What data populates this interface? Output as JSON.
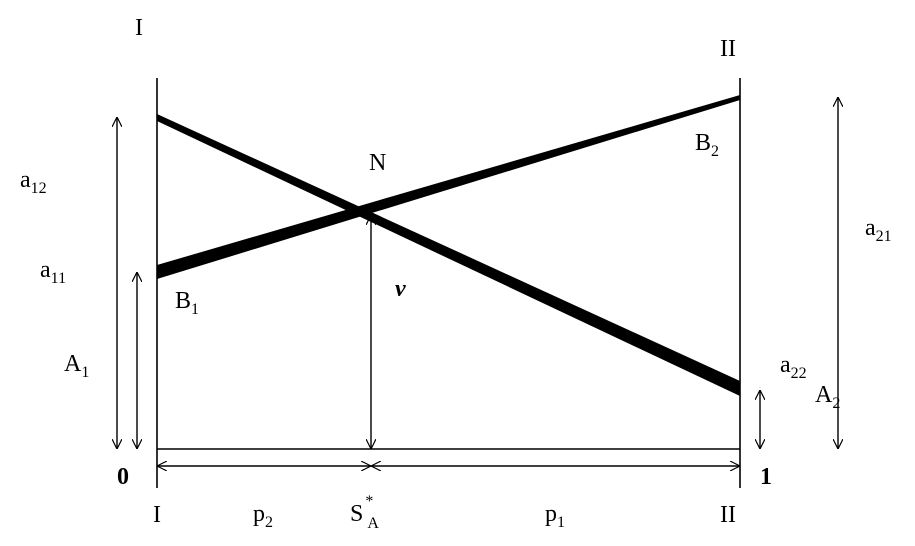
{
  "labels": {
    "axis_left_top": "I",
    "axis_right_top": "II",
    "axis_left_bottom": "I",
    "axis_right_bottom": "II",
    "zero": "0",
    "one": "1",
    "point_n": "N",
    "value_v": "v",
    "b1": {
      "base": "B",
      "sub": "1"
    },
    "b2": {
      "base": "B",
      "sub": "2"
    },
    "a12": {
      "base": "a",
      "sub": "12"
    },
    "a11": {
      "base": "a",
      "sub": "11"
    },
    "a21": {
      "base": "a",
      "sub": "21"
    },
    "a22": {
      "base": "a",
      "sub": "22"
    },
    "A1": {
      "base": "A",
      "sub": "1"
    },
    "A2": {
      "base": "A",
      "sub": "2"
    },
    "p2": {
      "base": "p",
      "sub": "2"
    },
    "p1": {
      "base": "p",
      "sub": "1"
    },
    "s_a": {
      "base": "S",
      "sup": "*",
      "sub": "A"
    }
  }
}
